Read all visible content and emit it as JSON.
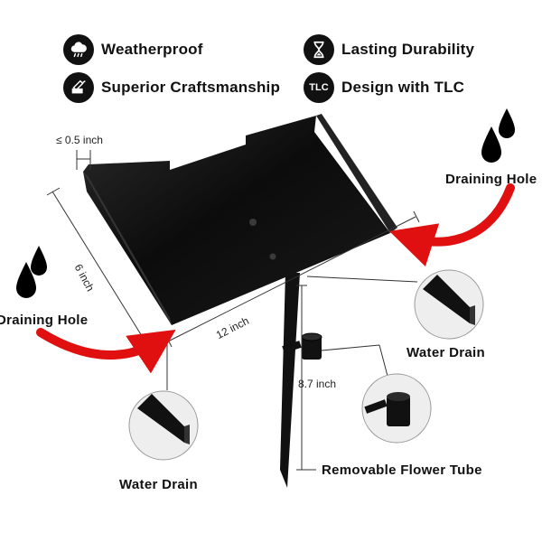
{
  "features": [
    {
      "icon": "cloud-rain-icon",
      "label": "Weatherproof"
    },
    {
      "icon": "hourglass-icon",
      "label": "Lasting Durability"
    },
    {
      "icon": "craft-tools-icon",
      "label": "Superior Craftsmanship"
    },
    {
      "icon": "tlc-badge-icon",
      "label": "Design with TLC",
      "badge_text": "TLC"
    }
  ],
  "dimensions": {
    "lip": "≤ 0.5 inch",
    "depth": "6 inch",
    "width": "12 inch",
    "stake": "8.7 inch"
  },
  "labels": {
    "draining_hole_right": "Draining Hole",
    "draining_hole_left": "Draining Hole",
    "water_drain_right": "Water Drain",
    "water_drain_left": "Water Drain",
    "flower_tube": "Removable Flower Tube"
  },
  "colors": {
    "arrow": "#e01010",
    "product": "#0c0c0c"
  }
}
